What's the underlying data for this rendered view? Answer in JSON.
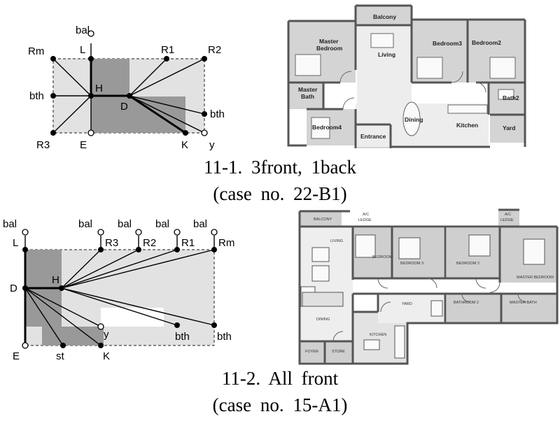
{
  "case1": {
    "caption_line1": "11-1.  3front,  1back",
    "caption_line2": "(case  no.  22-B1)",
    "graph_nodes": {
      "bal": "bal",
      "L": "L",
      "Rm": "Rm",
      "R1": "R1",
      "R2": "R2",
      "H": "H",
      "D": "D",
      "bth_left": "bth",
      "bth_right": "bth",
      "R3": "R3",
      "E": "E",
      "K": "K",
      "y": "y"
    },
    "plan_labels": {
      "balcony": "Balcony",
      "master": "Master",
      "bedroom": "Bedroom",
      "living": "Living",
      "bedroom3": "Bedroom3",
      "bedroom2": "Bedroom2",
      "master_bath_1": "Master",
      "master_bath_2": "Bath",
      "bath2": "Bath2",
      "dining": "Dining",
      "kitchen": "Kitchen",
      "bedroom4": "Bedroom4",
      "entrance": "Entrance",
      "yard": "Yard"
    }
  },
  "case2": {
    "caption_line1": "11-2.  All  front",
    "caption_line2": "(case  no.  15-A1)",
    "graph_nodes": {
      "bal_L": "bal",
      "bal_R3": "bal",
      "bal_R2": "bal",
      "bal_R1": "bal",
      "bal_Rm": "bal",
      "L": "L",
      "R3": "R3",
      "R2": "R2",
      "R1": "R1",
      "Rm": "Rm",
      "D": "D",
      "H": "H",
      "y": "y",
      "bth_mid": "bth",
      "bth_right": "bth",
      "E": "E",
      "st": "st",
      "K": "K"
    },
    "plan_labels": {
      "balcony": "BALCONY",
      "ac_1": "A/C",
      "ac_2": "LEDGE",
      "ac2_1": "A/C",
      "ac2_2": "LEDGE",
      "living": "LIVING",
      "bedroom": "BEDROOM",
      "bedroom3": "BEDROOM 3",
      "bedroom2": "BEDROOM 2",
      "master_bedroom": "MASTER BEDROOM",
      "yard": "YARD",
      "bathroom2": "BATHROOM 2",
      "master_bath": "MASTER BATH",
      "dining": "DINING",
      "kitchen": "KITCHEN",
      "foyer": "FOYER",
      "store": "STORE"
    }
  }
}
